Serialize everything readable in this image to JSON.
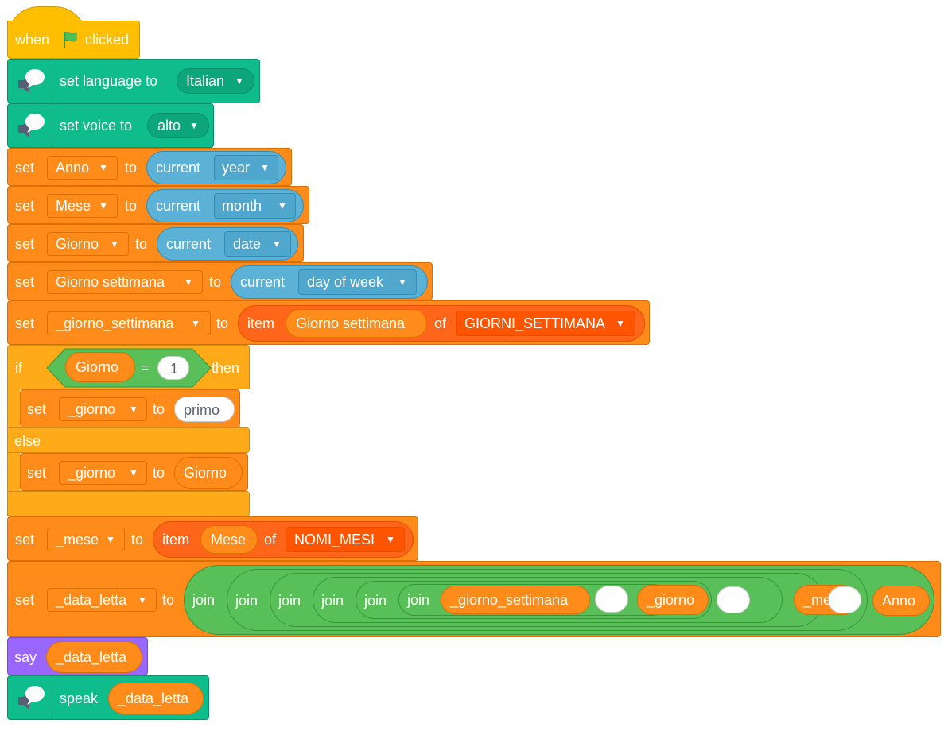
{
  "hat": {
    "when": "when",
    "clicked": "clicked"
  },
  "set_language": {
    "label": "set language to",
    "value": "Italian"
  },
  "set_voice": {
    "label": "set voice to",
    "value": "alto"
  },
  "set_word": "set",
  "to_word": "to",
  "current_word": "current",
  "item_word": "item",
  "of_word": "of",
  "join_word": "join",
  "arrow": "▼",
  "row_anno": {
    "var": "Anno",
    "field": "year"
  },
  "row_mese": {
    "var": "Mese",
    "field": "month"
  },
  "row_giorno": {
    "var": "Giorno",
    "field": "date"
  },
  "row_gset": {
    "var": "Giorno settimana",
    "field": "day of week"
  },
  "row_gs2": {
    "var": "_giorno_settimana",
    "index": "Giorno settimana",
    "list": "GIORNI_SETTIMANA"
  },
  "if_block": {
    "if": "if",
    "then": "then",
    "else": "else",
    "var": "Giorno",
    "eq": "=",
    "num": "1"
  },
  "then_set": {
    "var": "_giorno",
    "value": "primo"
  },
  "else_set": {
    "var": "_giorno",
    "value": "Giorno"
  },
  "row_mese2": {
    "var": "_mese",
    "index": "Mese",
    "list": "NOMI_MESI"
  },
  "row_data": {
    "var": "_data_letta",
    "r1": "_giorno_settimana",
    "r2": "_giorno",
    "r3": "_mese",
    "r4": "Anno"
  },
  "say": {
    "label": "say",
    "value": "_data_letta"
  },
  "speak": {
    "label": "speak",
    "value": "_data_letta"
  },
  "colors": {
    "events": "#FFBF00",
    "tts": "#0FBD8C",
    "variables": "#FF8C1A",
    "control": "#FFAB19",
    "sensing": "#5CB1D6",
    "lists": "#FF661A",
    "operators": "#59C059",
    "looks": "#9966FF"
  }
}
